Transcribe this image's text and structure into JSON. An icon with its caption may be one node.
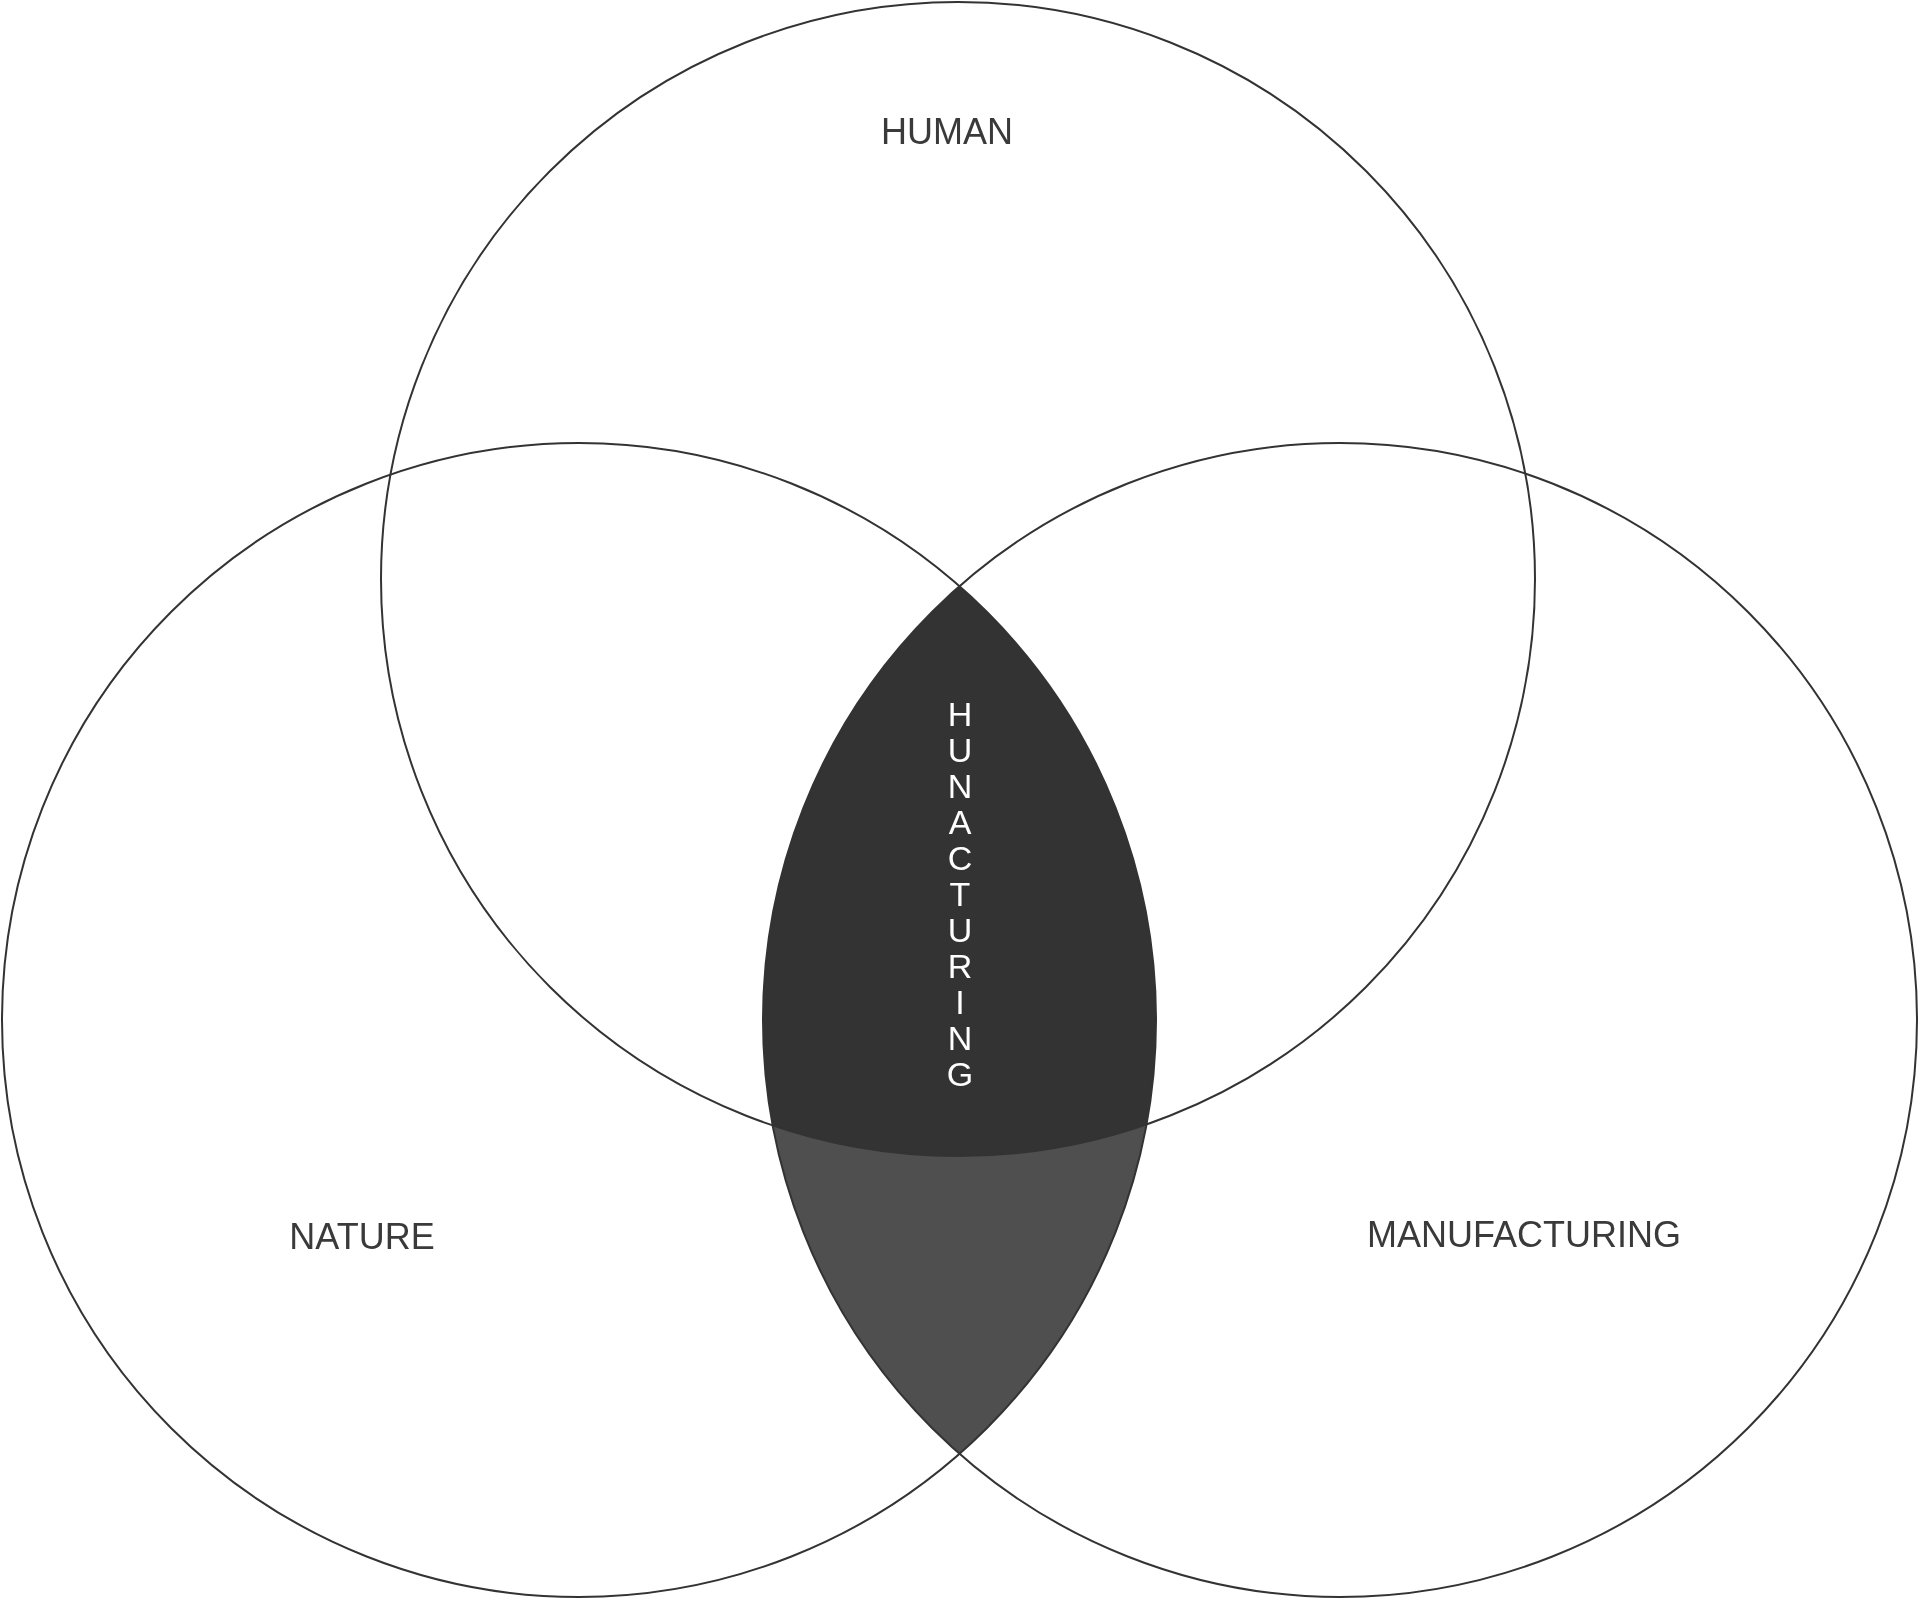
{
  "diagram": {
    "nodes": [
      {
        "text": [
          "HUMAN"
        ]
      },
      {
        "text": [
          "NATURE"
        ]
      },
      {
        "text": [
          "MANUFACTURING"
        ]
      },
      {
        "text": [
          "HUNACTURING"
        ]
      }
    ]
  }
}
